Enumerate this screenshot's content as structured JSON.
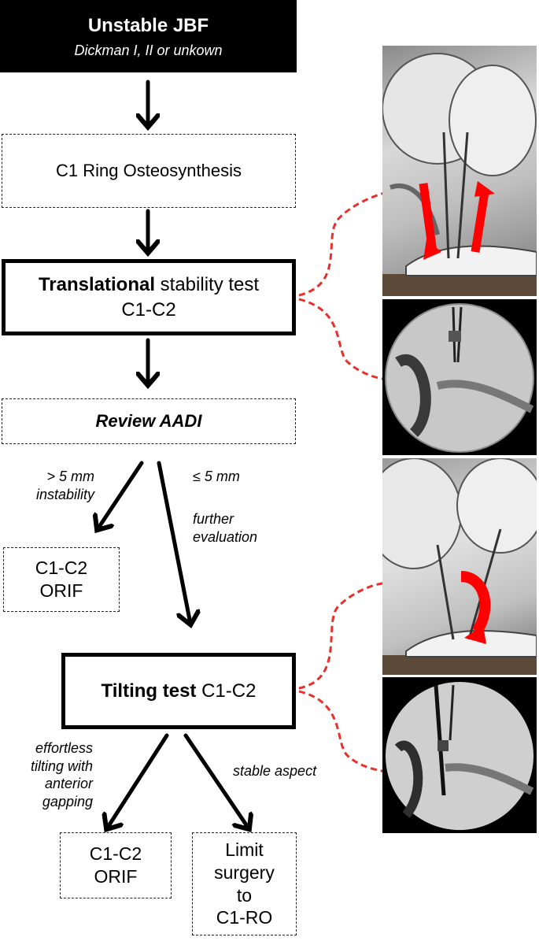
{
  "start": {
    "title": "Unstable JBF",
    "subtitle": "Dickman I, II or unkown"
  },
  "step_osteosynthesis": "C1 Ring Osteosynthesis",
  "translational": {
    "bold": "Translational",
    "rest": " stability test",
    "line2": "C1-C2"
  },
  "review": "Review AADI",
  "branch_gt5": {
    "line1": "> 5 mm",
    "line2": "instability"
  },
  "branch_le5": "≤  5 mm",
  "further": {
    "line1": "further",
    "line2": "evaluation"
  },
  "orif_a": {
    "line1": "C1-C2",
    "line2": "ORIF"
  },
  "tilting": {
    "bold": "Tilting test",
    "rest": " C1-C2"
  },
  "effortless": {
    "line1": "effortless",
    "line2": "tilting with",
    "line3": "anterior",
    "line4": "gapping"
  },
  "stable": "stable aspect",
  "orif_b": {
    "line1": "C1-C2",
    "line2": "ORIF"
  },
  "limit": {
    "line1": "Limit",
    "line2": "surgery",
    "line3": "to",
    "line4": "C1-RO"
  },
  "colors": {
    "arrow": "#000000",
    "accent": "#ff0000",
    "dash": "#e8302a"
  }
}
